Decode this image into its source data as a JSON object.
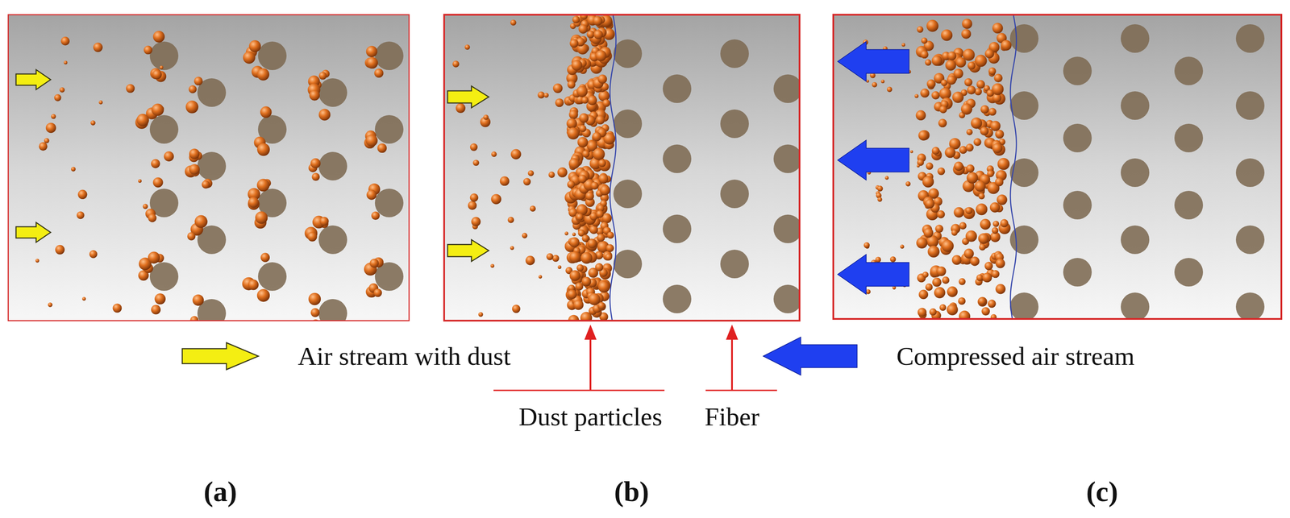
{
  "diagram": {
    "labels": [
      "Dust particles",
      "Fiber",
      "(a)",
      "(b)",
      "(c)"
    ],
    "legend": [
      {
        "text": "Air stream with dust"
      },
      {
        "text": "Compressed air stream"
      }
    ]
  }
}
